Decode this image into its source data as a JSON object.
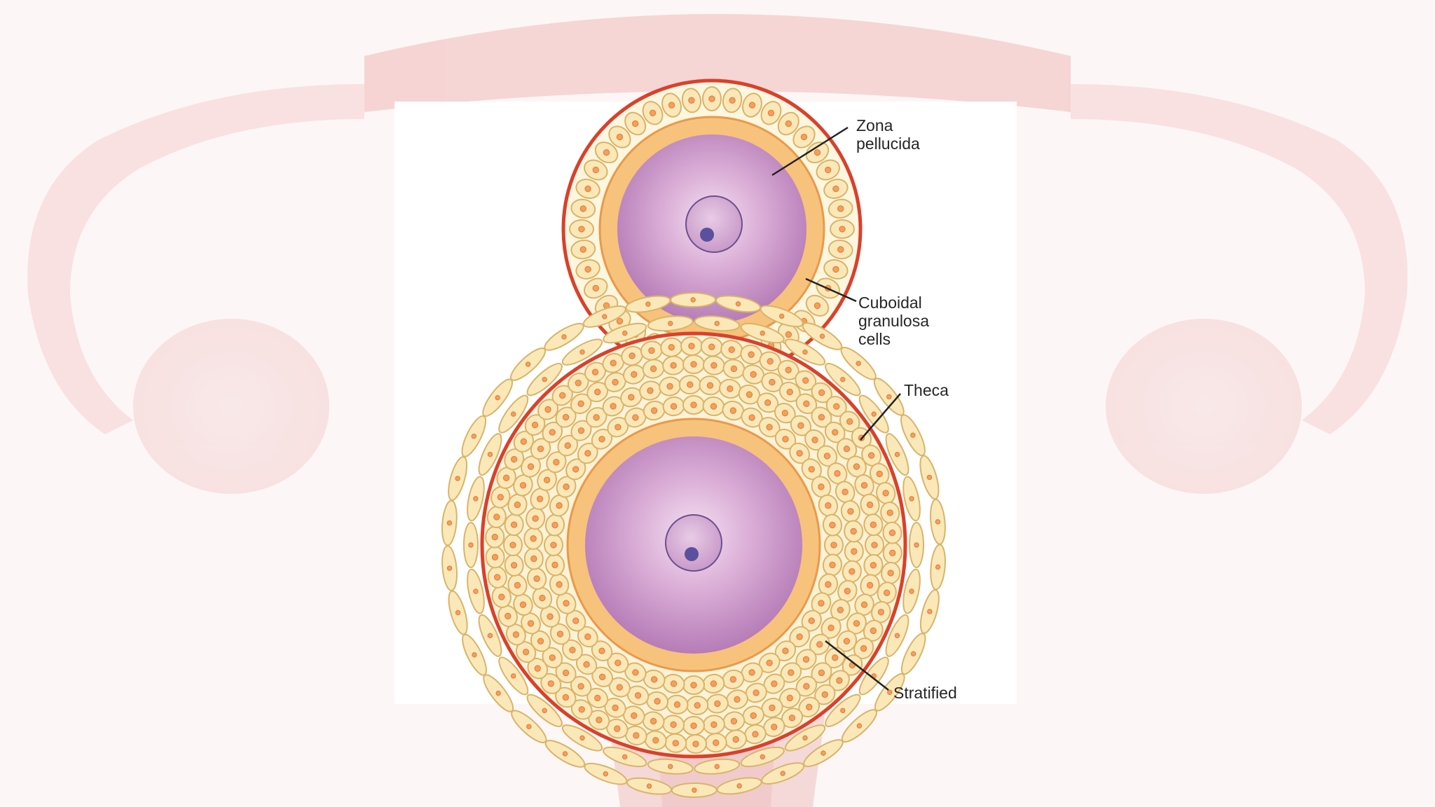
{
  "diagram": {
    "labels": {
      "zona_pellucida_line1": "Zona",
      "zona_pellucida_line2": "pellucida",
      "granulosa_line1": "Cuboidal",
      "granulosa_line2": "granulosa",
      "granulosa_line3": "cells",
      "theca": "Theca",
      "stratified": "Stratified"
    },
    "colors": {
      "ooplasm": "#d9a5d6",
      "zona": "#f7c27c",
      "granulosa_cell": "#fbe8b8",
      "cell_nucleus": "#f3a05c",
      "basement_membrane": "#d9412b",
      "theca_cell": "#fbe8b8",
      "oocyte_nucleolus": "#5b4f9f",
      "background_uterus": "#f3c7c7"
    }
  }
}
